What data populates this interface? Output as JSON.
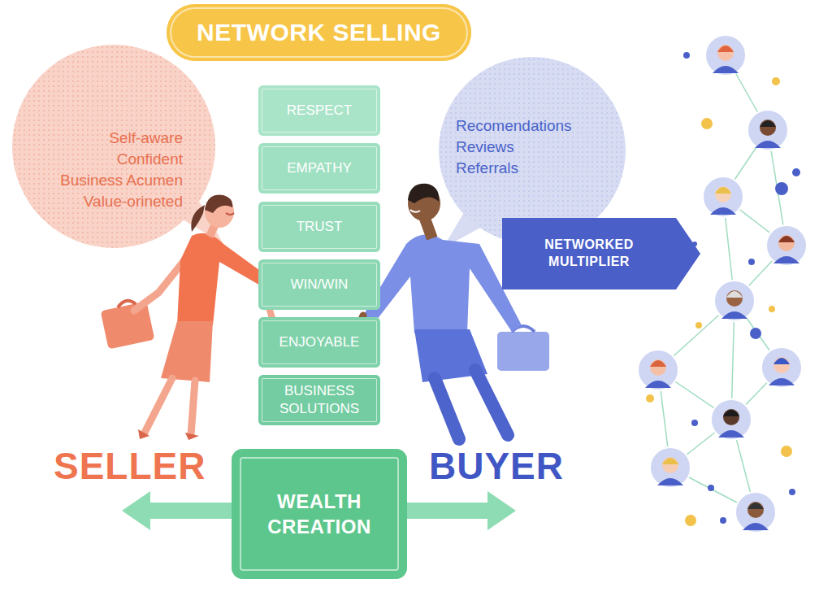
{
  "diagram": {
    "title": "NETWORK SELLING",
    "nodes": [
      {
        "text": [
          "Self-aware",
          "Confident",
          "Business Acumen",
          "Value-orineted"
        ]
      },
      {
        "text": [
          "RESPECT"
        ]
      },
      {
        "text": [
          "EMPATHY"
        ]
      },
      {
        "text": [
          "TRUST"
        ]
      },
      {
        "text": [
          "WIN/WIN"
        ]
      },
      {
        "text": [
          "ENJOYABLE"
        ]
      },
      {
        "text": [
          "BUSINESS SOLUTIONS"
        ]
      },
      {
        "text": [
          "Recomendations",
          "Reviews",
          "Referrals"
        ]
      },
      {
        "text": [
          "NETWORKED MULTIPLIER"
        ]
      },
      {
        "text": [
          "WEALTH CREATION"
        ]
      }
    ],
    "labels": [
      "SELLER",
      "BUYER"
    ]
  }
}
